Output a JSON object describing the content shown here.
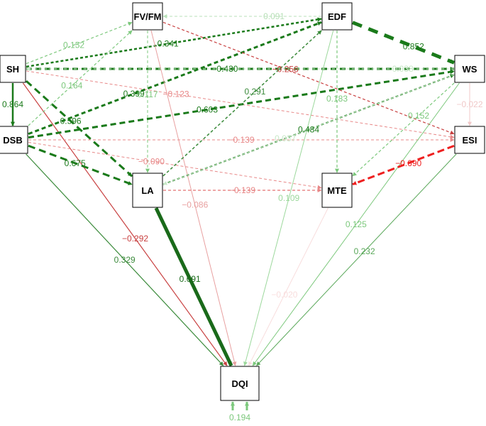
{
  "nodes": [
    {
      "id": "FV/FM",
      "label": "FV/FM"
    },
    {
      "id": "EDF",
      "label": "EDF"
    },
    {
      "id": "SH",
      "label": "SH"
    },
    {
      "id": "WS",
      "label": "WS"
    },
    {
      "id": "DSB",
      "label": "DSB"
    },
    {
      "id": "ESI",
      "label": "ESI"
    },
    {
      "id": "LA",
      "label": "LA"
    },
    {
      "id": "MTE",
      "label": "MTE"
    },
    {
      "id": "DQI",
      "label": "DQI"
    }
  ],
  "edges": [
    {
      "from": "SH",
      "to": "FV/FM",
      "value": "0.152",
      "color": "#7cc87c"
    },
    {
      "from": "SH",
      "to": "EDF",
      "value": "0.341",
      "color": "#1a7a1a"
    },
    {
      "from": "SH",
      "to": "WS",
      "value": "0.430",
      "color": "#1a7a1a"
    },
    {
      "from": "SH",
      "to": "LA",
      "value": "0.596",
      "color": "#1a7a1a"
    },
    {
      "from": "SH",
      "to": "DSB",
      "value": "0.864",
      "color": "#1a7a1a"
    },
    {
      "from": "SH",
      "to": "DQI",
      "value": "−0.292",
      "color": "#c84040"
    },
    {
      "from": "SH",
      "to": "ESI",
      "value": "−0.123",
      "color": "#e88888"
    },
    {
      "from": "DSB",
      "to": "FV/FM",
      "value": "0.164",
      "color": "#7cc87c"
    },
    {
      "from": "DSB",
      "to": "EDF",
      "value": "0.399",
      "color": "#1a7a1a"
    },
    {
      "from": "DSB",
      "to": "WS",
      "value": "0.603",
      "color": "#1a7a1a"
    },
    {
      "from": "DSB",
      "to": "LA",
      "value": "0.675",
      "color": "#1a7a1a"
    },
    {
      "from": "DSB",
      "to": "ESI",
      "value": "−0.139",
      "color": "#e88888"
    },
    {
      "from": "DSB",
      "to": "MTE",
      "value": "−0.090",
      "color": "#e88888"
    },
    {
      "from": "DSB",
      "to": "DQI",
      "value": "0.329",
      "color": "#3a8a3a"
    },
    {
      "from": "FV/FM",
      "to": "LA",
      "value": "0.117",
      "color": "#7cc87c"
    },
    {
      "from": "FV/FM",
      "to": "DQI",
      "value": "−0.086",
      "color": "#e8a0a0"
    },
    {
      "from": "FV/FM",
      "to": "ESI",
      "value": "−0.256",
      "color": "#c84040"
    },
    {
      "from": "EDF",
      "to": "FV/FM",
      "value": "0.091",
      "color": "#b8e0b8"
    },
    {
      "from": "EDF",
      "to": "WS",
      "value": "0.852",
      "color": "#1a7a1a"
    },
    {
      "from": "EDF",
      "to": "MTE",
      "value": "0.183",
      "color": "#7cc87c"
    },
    {
      "from": "EDF",
      "to": "DQI",
      "value": "0.109",
      "color": "#9cd89c"
    },
    {
      "from": "LA",
      "to": "WS",
      "value": "0.484",
      "color": "#1a7a1a"
    },
    {
      "from": "LA",
      "to": "EDF",
      "value": "0.291",
      "color": "#3a8a3a"
    },
    {
      "from": "LA",
      "to": "MTE",
      "value": "−0.139",
      "color": "#e88888"
    },
    {
      "from": "LA",
      "to": "DQI",
      "value": "0.691",
      "color": "#1a6a1a"
    },
    {
      "from": "WS",
      "to": "MTE",
      "value": "0.152",
      "color": "#7cc87c"
    },
    {
      "from": "WS",
      "to": "LA",
      "value": "0.037",
      "color": "#c8e8c8"
    },
    {
      "from": "WS",
      "to": "SH",
      "value": "0.038",
      "color": "#c8e8c8"
    },
    {
      "from": "WS",
      "to": "ESI",
      "value": "−0.022",
      "color": "#f0c8c8"
    },
    {
      "from": "WS",
      "to": "DQI",
      "value": "0.125",
      "color": "#7cc87c"
    },
    {
      "from": "ESI",
      "to": "MTE",
      "value": "−0.690",
      "color": "#ee2020"
    },
    {
      "from": "ESI",
      "to": "DQI",
      "value": "0.232",
      "color": "#5aa85a"
    },
    {
      "from": "MTE",
      "to": "DQI",
      "value": "−0.020",
      "color": "#f8dddd"
    },
    {
      "from": "DQI",
      "to": "DQI",
      "value": "0.194",
      "color": "#7cc87c"
    }
  ]
}
